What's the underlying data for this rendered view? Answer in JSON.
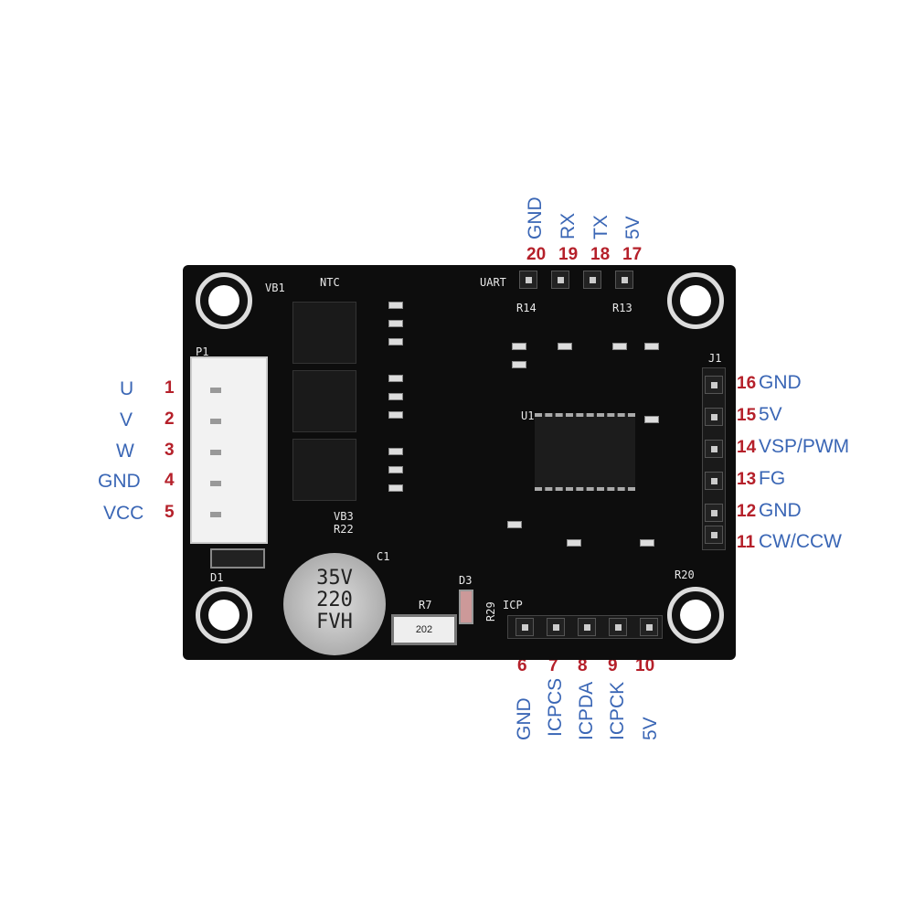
{
  "left_connector": [
    {
      "num": "1",
      "label": "U"
    },
    {
      "num": "2",
      "label": "V"
    },
    {
      "num": "3",
      "label": "W"
    },
    {
      "num": "4",
      "label": "GND"
    },
    {
      "num": "5",
      "label": "VCC"
    }
  ],
  "top_connector": [
    {
      "num": "20",
      "label": "GND"
    },
    {
      "num": "19",
      "label": "RX"
    },
    {
      "num": "18",
      "label": "TX"
    },
    {
      "num": "17",
      "label": "5V"
    }
  ],
  "right_connector": [
    {
      "num": "16",
      "label": "GND"
    },
    {
      "num": "15",
      "label": "5V"
    },
    {
      "num": "14",
      "label": "VSP/PWM"
    },
    {
      "num": "13",
      "label": "FG"
    },
    {
      "num": "12",
      "label": "GND"
    },
    {
      "num": "11",
      "label": "CW/CCW"
    }
  ],
  "bottom_connector": [
    {
      "num": "6",
      "label": "GND"
    },
    {
      "num": "7",
      "label": "ICPCS"
    },
    {
      "num": "8",
      "label": "ICPDA"
    },
    {
      "num": "9",
      "label": "ICPCK"
    },
    {
      "num": "10",
      "label": "5V"
    }
  ],
  "board": {
    "silkscreen": {
      "vb1": "VB1",
      "ntc": "NTC",
      "uart": "UART",
      "j1": "J1",
      "p1": "P1",
      "u1": "U1",
      "c1": "C1",
      "icp": "ICP",
      "r7": "R7",
      "d1": "D1",
      "d3": "D3",
      "r22": "R22",
      "vb3": "VB3",
      "r13": "R13",
      "r14": "R14",
      "r29": "R29",
      "r20": "R20"
    },
    "capacitor_text": [
      "35V",
      "220",
      "FVH"
    ],
    "resistor_code": "202"
  },
  "colors": {
    "label": "#3a66b5",
    "number": "#b5202a",
    "board": "#0d0d0d"
  }
}
